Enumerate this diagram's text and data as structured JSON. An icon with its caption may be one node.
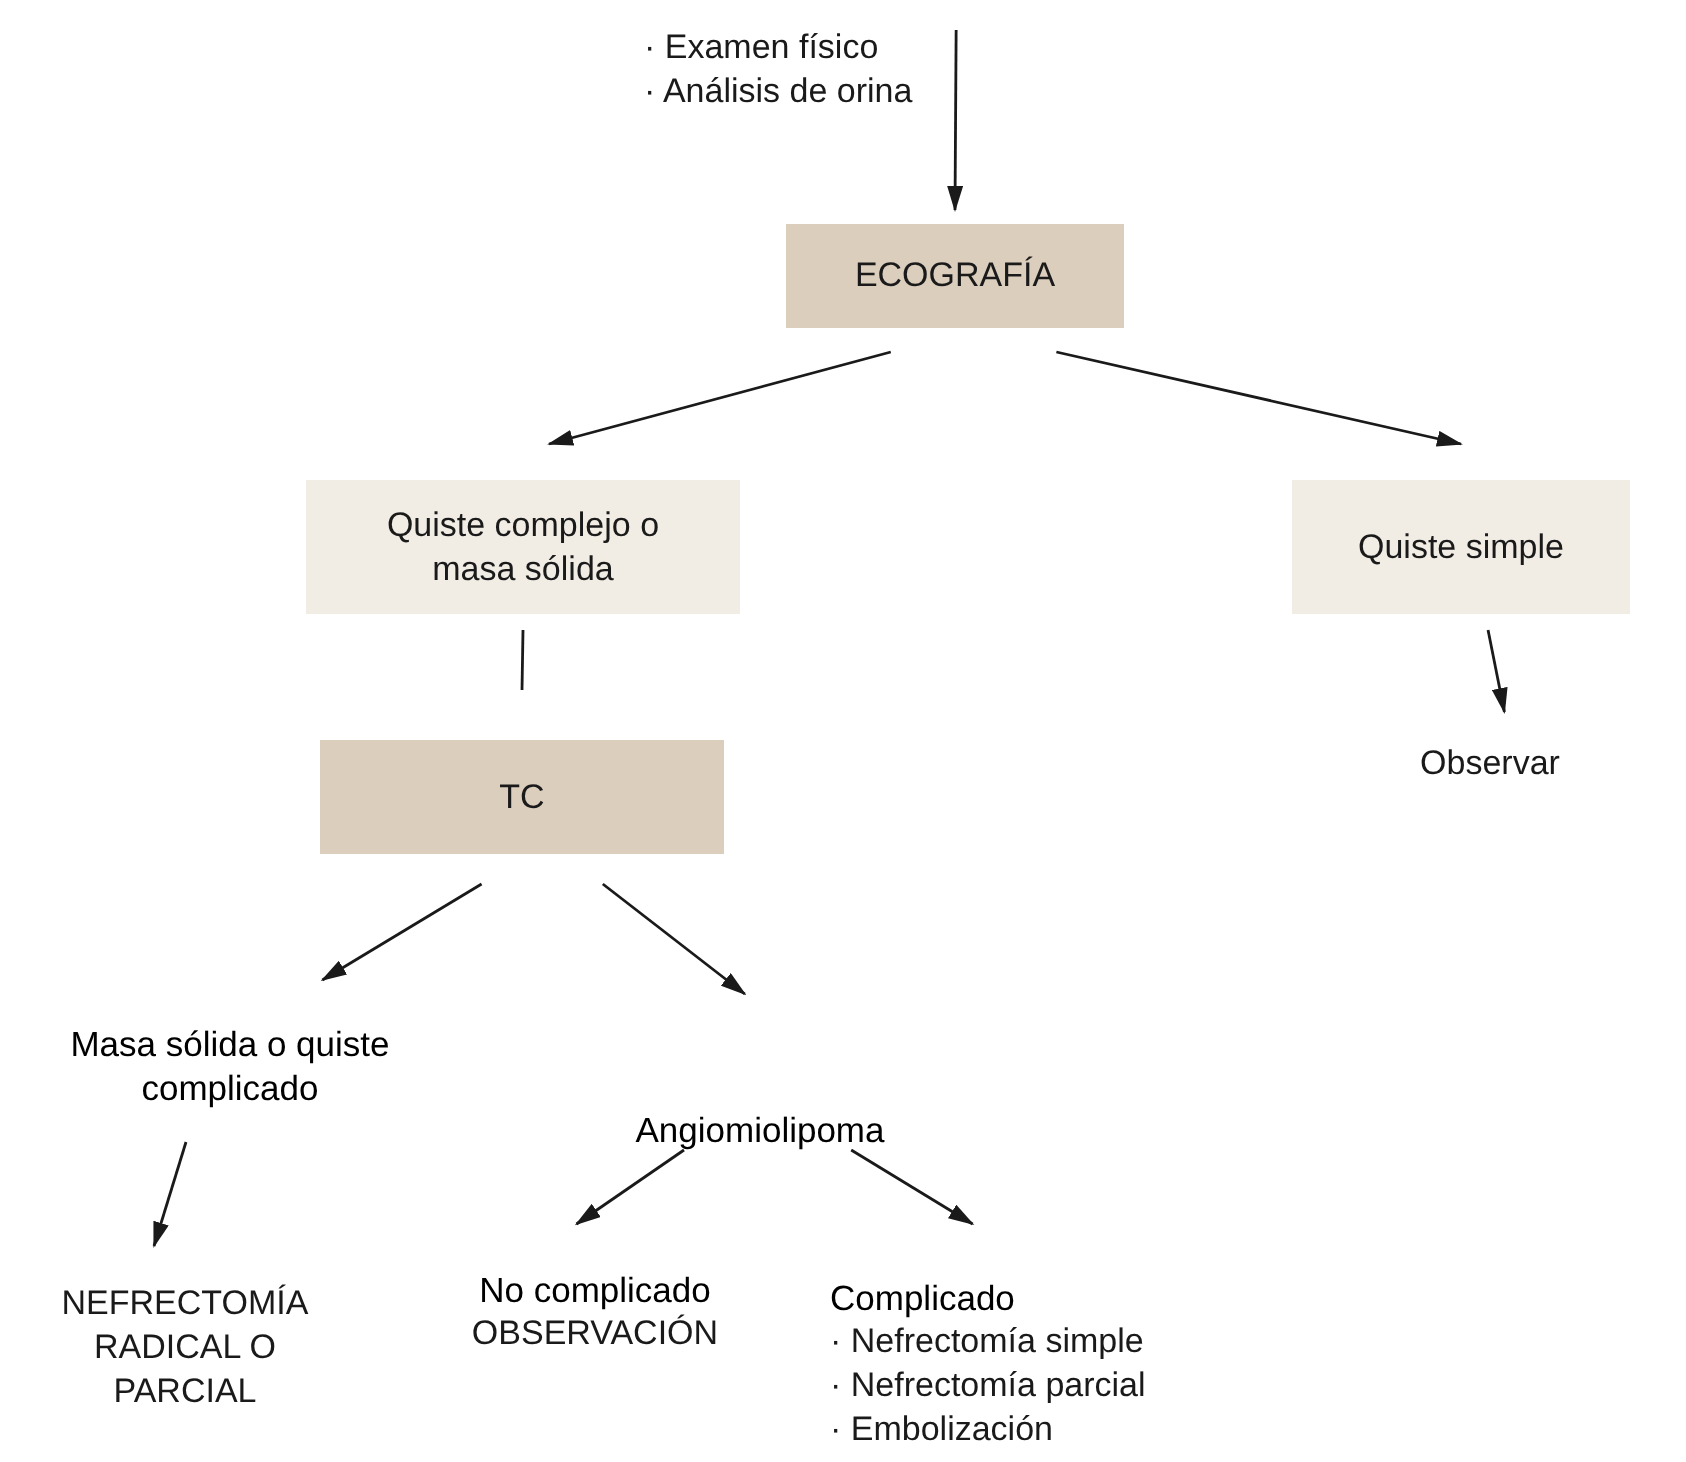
{
  "diagram": {
    "nodes": [
      {
        "text": [
          "· Examen físico",
          "· Análisis de orina"
        ]
      },
      {
        "text": [
          "ECOGRAFÍA"
        ]
      },
      {
        "text": [
          "Quiste complejo o masa sólida"
        ]
      },
      {
        "text": [
          "Quiste simple"
        ]
      },
      {
        "text": [
          "Observar"
        ]
      },
      {
        "text": [
          "TC"
        ]
      },
      {
        "text": [
          "Masa sólida o quiste complicado"
        ]
      },
      {
        "text": [
          "Angiomiolipoma"
        ]
      },
      {
        "text": [
          "NEFRECTOMÍA RADICAL O PARCIAL"
        ]
      },
      {
        "text": [
          "No complicado",
          "OBSERVACIÓN"
        ]
      },
      {
        "text": [
          "Complicado",
          "· Nefrectomía simple",
          "· Nefrectomía parcial",
          "· Embolización"
        ]
      }
    ],
    "edges": [
      {
        "from": 0,
        "to": 1,
        "arrow": "to"
      },
      {
        "from": 1,
        "to": 2,
        "arrow": "to"
      },
      {
        "from": 1,
        "to": 3,
        "arrow": "to"
      },
      {
        "from": 3,
        "to": 4,
        "arrow": "to"
      },
      {
        "from": 2,
        "to": 5,
        "arrow": "none"
      },
      {
        "from": 5,
        "to": 6,
        "arrow": "to"
      },
      {
        "from": 5,
        "to": 7,
        "arrow": "to"
      },
      {
        "from": 6,
        "to": 8,
        "arrow": "to"
      },
      {
        "from": 7,
        "to": 9,
        "arrow": "to"
      },
      {
        "from": 7,
        "to": 10,
        "arrow": "to"
      }
    ]
  }
}
